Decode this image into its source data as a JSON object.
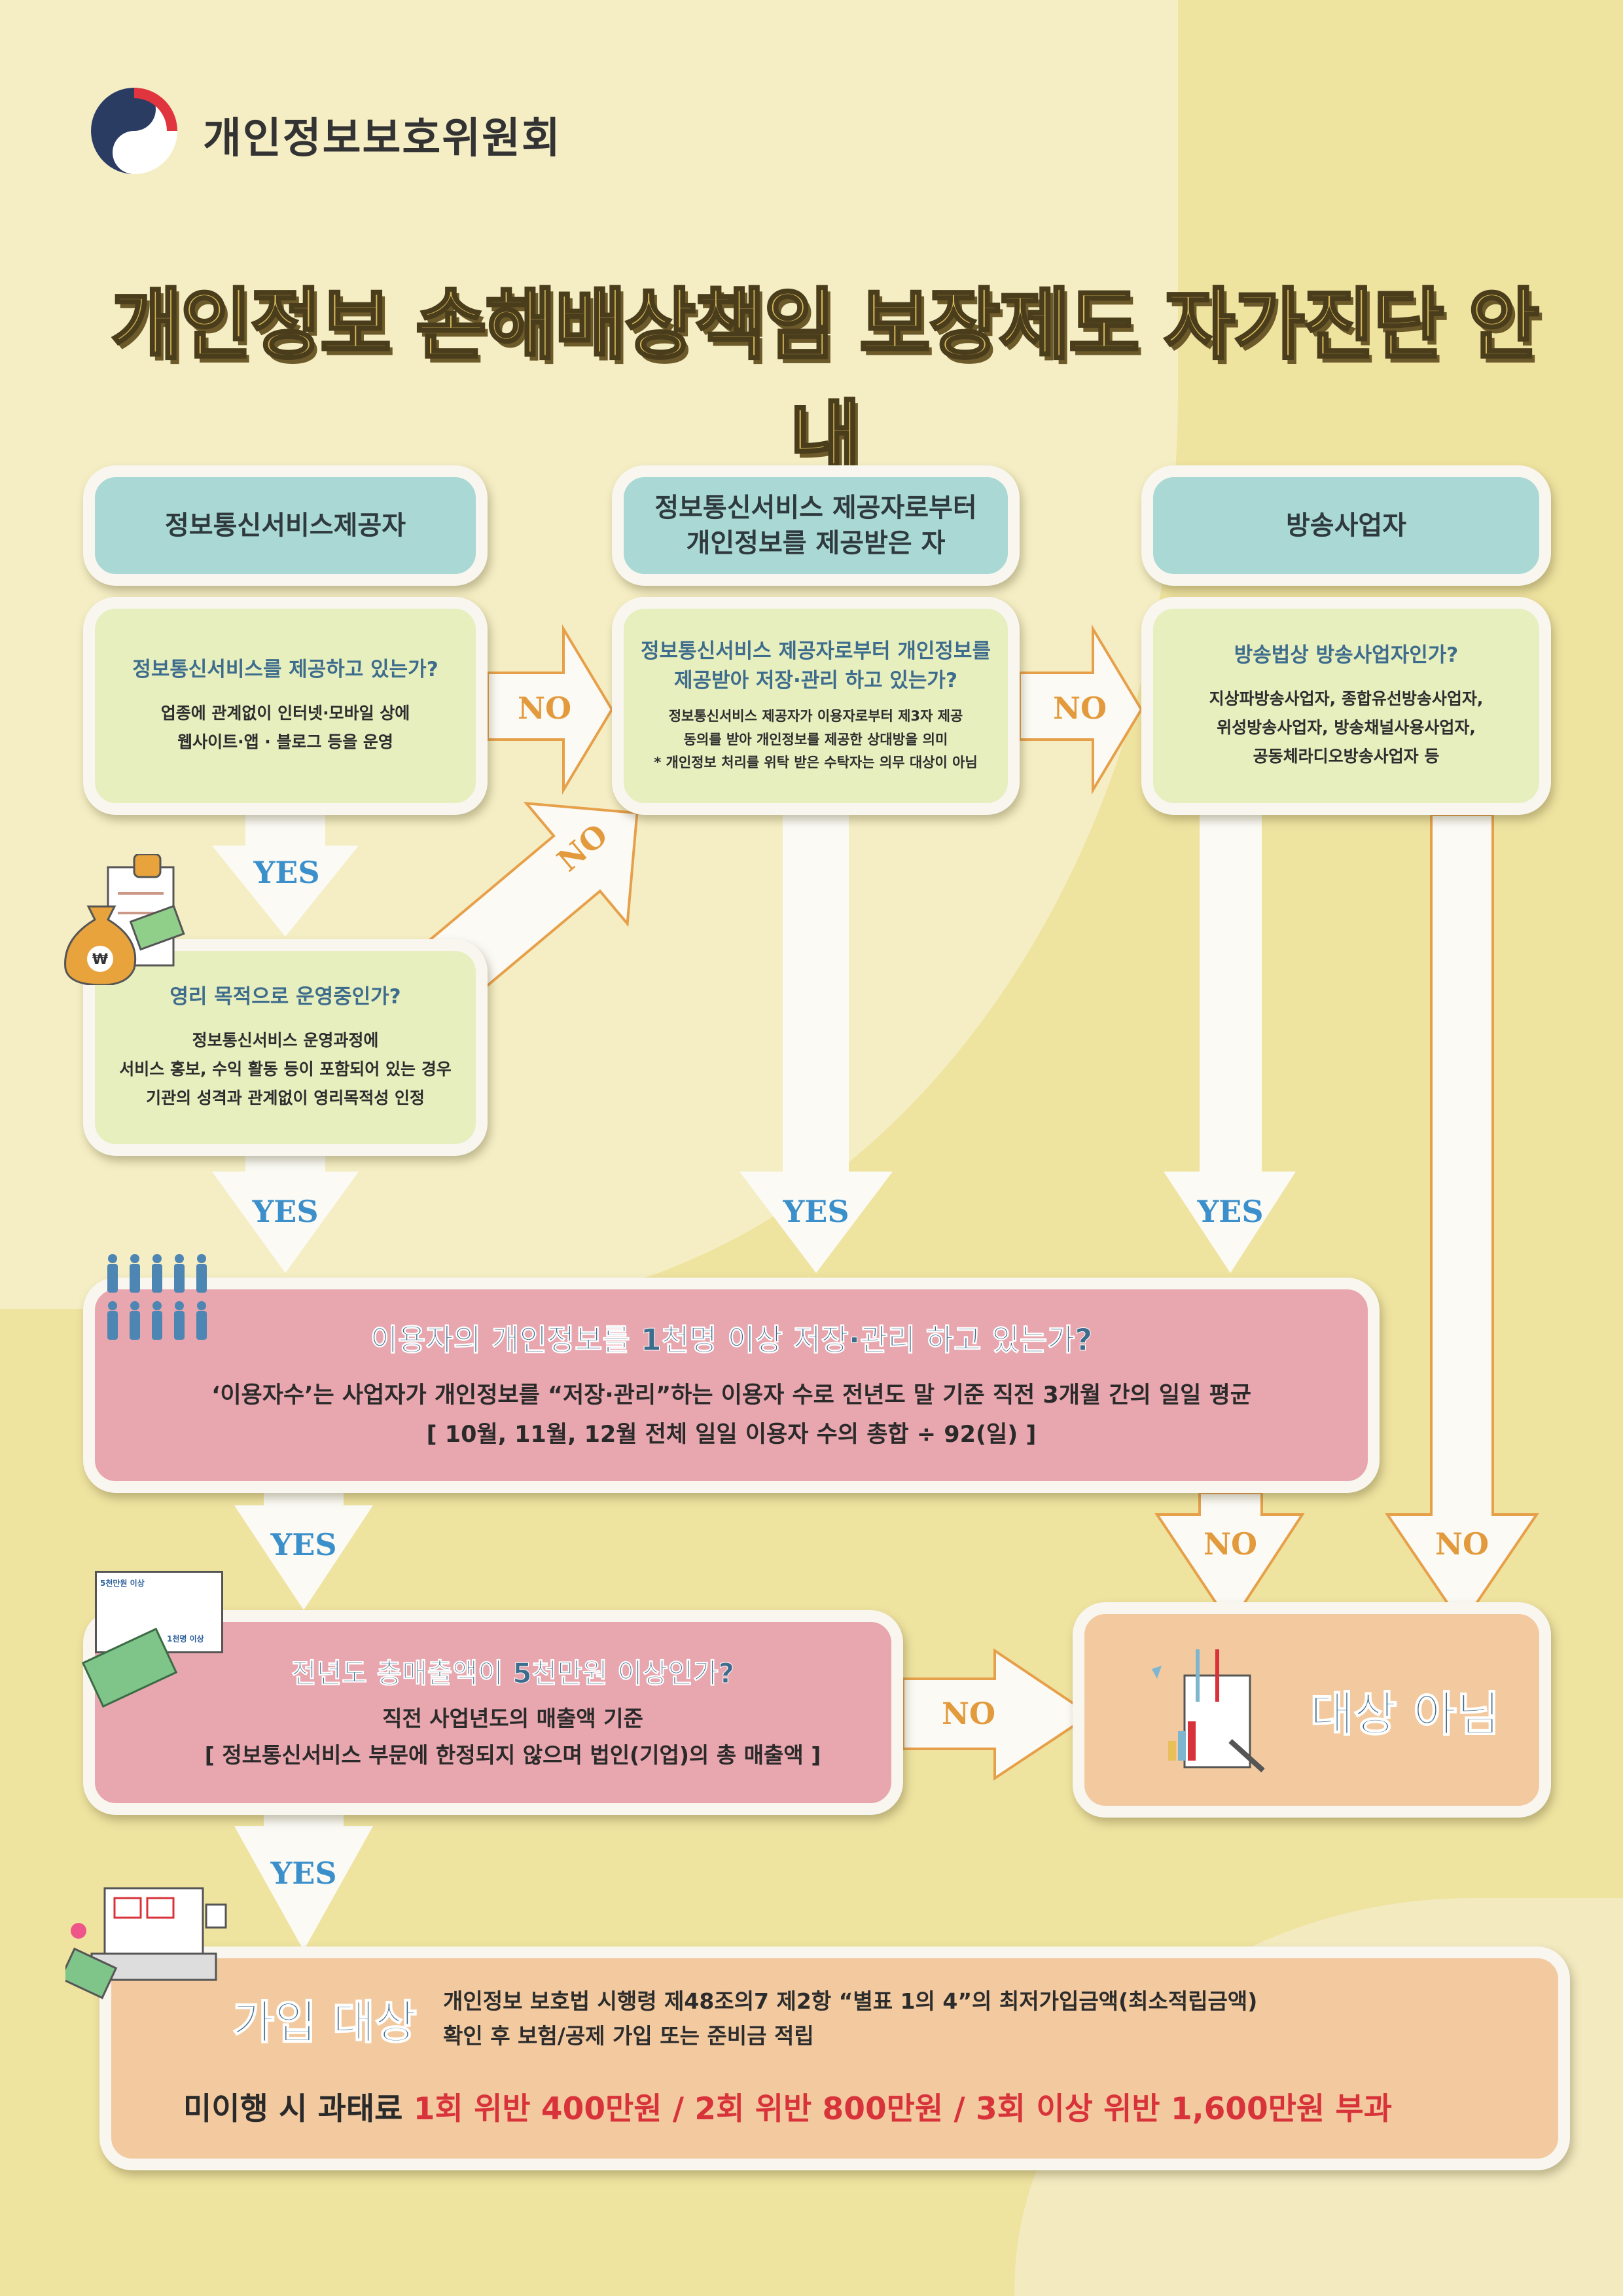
{
  "header": {
    "org_name": "개인정보보호위원회",
    "title": "개인정보 손해배상책임 보장제도 자가진단 안내"
  },
  "columns": [
    {
      "header": "정보통신서비스제공자",
      "question": "정보통신서비스를 제공하고 있는가?",
      "details": [
        "업종에 관계없이 인터넷·모바일 상에",
        "웹사이트·앱 · 블로그 등을 운영"
      ]
    },
    {
      "header_lines": [
        "정보통신서비스 제공자로부터",
        "개인정보를 제공받은 자"
      ],
      "question_lines": [
        "정보통신서비스 제공자로부터 개인정보를",
        "제공받아 저장·관리 하고 있는가?"
      ],
      "details": [
        "정보통신서비스 제공자가 이용자로부터 제3자 제공",
        "동의를 받아 개인정보를 제공한 상대방을 의미",
        "* 개인정보 처리를 위탁 받은 수탁자는 의무 대상이 아님"
      ]
    },
    {
      "header": "방송사업자",
      "question": "방송법상 방송사업자인가?",
      "details": [
        "지상파방송사업자, 종합유선방송사업자,",
        "위성방송사업자, 방송채널사용사업자,",
        "공동체라디오방송사업자 등"
      ]
    }
  ],
  "profit": {
    "question": "영리 목적으로 운영중인가?",
    "details": [
      "정보통신서비스 운영과정에",
      "서비스 홍보, 수익 활동 등이 포함되어 있는 경우",
      "기관의 성격과 관계없이 영리목적성 인정"
    ]
  },
  "users": {
    "question": "이용자의 개인정보를 1천명 이상 저장·관리 하고 있는가?",
    "details": [
      "‘이용자수’는 사업자가 개인정보를 “저장·관리”하는 이용자 수로 전년도 말 기준 직전 3개월 간의 일일 평균",
      "[ 10월, 11월, 12월 전체 일일 이용자 수의 총합 ÷ 92(일) ]"
    ]
  },
  "sales": {
    "question": "전년도 총매출액이 5천만원 이상인가?",
    "details": [
      "직전 사업년도의 매출액 기준",
      "[ 정보통신서비스 부문에 한정되지 않으며 법인(기업)의 총 매출액 ]"
    ],
    "icon_labels": [
      "5천만원 이상",
      "1천명 이상"
    ]
  },
  "not_target": {
    "label": "대상 아님"
  },
  "target": {
    "label": "가입 대상",
    "details": [
      "개인정보 보호법 시행령 제48조의7 제2항 “별표 1의 4”의 최저가입금액(최소적립금액)",
      "확인 후 보험/공제 가입 또는 준비금 적립"
    ],
    "penalty_label": "미이행 시 과태료",
    "penalty_text": "1회 위반 400만원 / 2회 위반 800만원 / 3회 이상 위반 1,600만원 부과"
  },
  "arrow_labels": {
    "yes": "YES",
    "no": "NO"
  },
  "colors": {
    "background": "#efe3a0",
    "header_box": "#a9d8d5",
    "question_box": "#e7efbf",
    "pink_box": "#e8a6ae",
    "orange_box": "#f3caa0",
    "yes": "#3b8fca",
    "no": "#e39a3c",
    "arrow_outline": "#e7a04a",
    "penalty": "#d8333a",
    "question_text": "#3e6c8c"
  }
}
